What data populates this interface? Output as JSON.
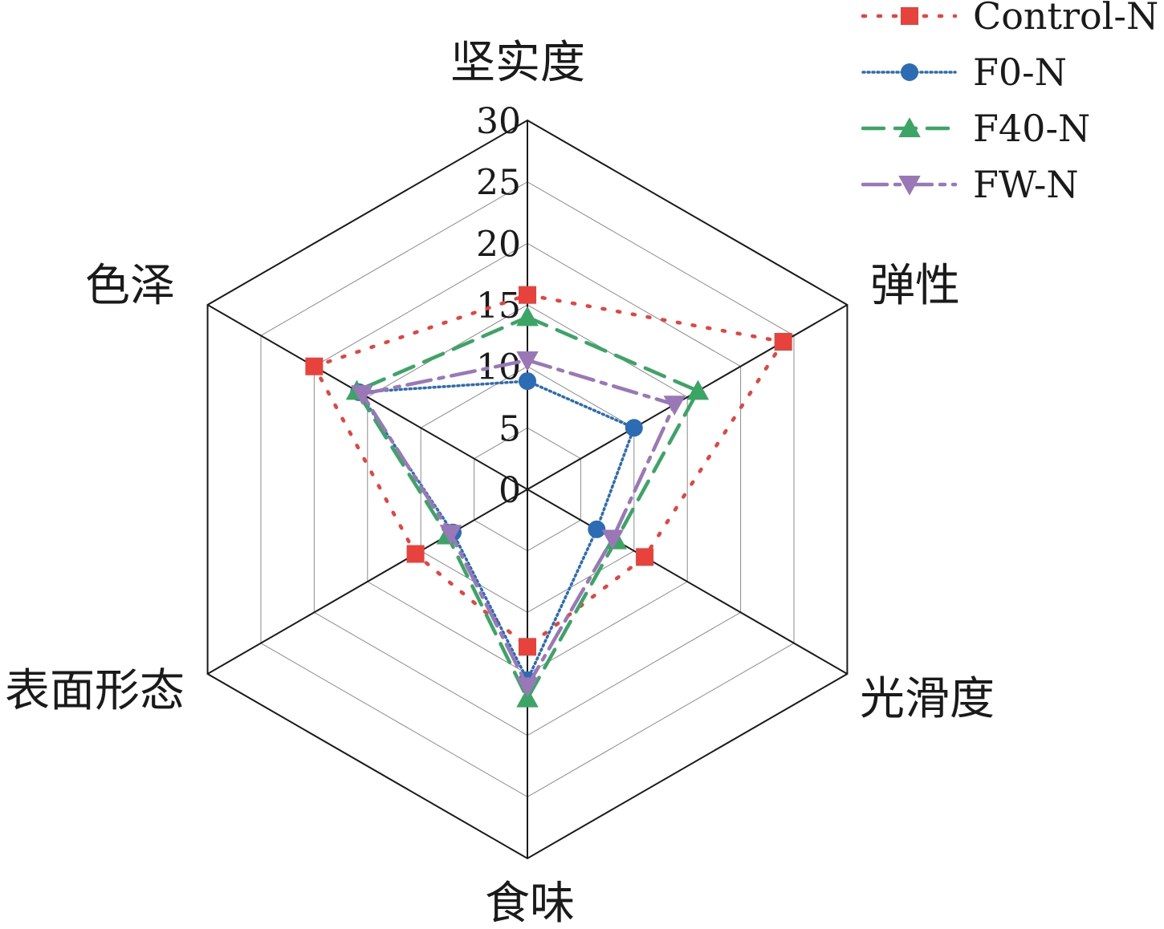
{
  "chart_data": {
    "type": "radar",
    "axes": [
      "坚实度",
      "弹性",
      "光滑度",
      "食味",
      "表面形态",
      "色泽"
    ],
    "rlim": [
      0,
      30
    ],
    "ticks": [
      "0",
      "5",
      "10",
      "15",
      "20",
      "25",
      "30"
    ],
    "tick_values": [
      0,
      5,
      10,
      15,
      20,
      25,
      30
    ],
    "grid": true,
    "legend": "top-right",
    "series": [
      {
        "name": "Control-N",
        "values": [
          15.8,
          24.0,
          11.0,
          12.8,
          10.5,
          20.0
        ],
        "color": "#e8423c",
        "marker": "square",
        "line": "dotted"
      },
      {
        "name": "F0-N",
        "values": [
          8.8,
          10.0,
          6.5,
          15.5,
          7.0,
          15.8
        ],
        "color": "#2b6cb5",
        "marker": "circle",
        "line": "fine-dotted"
      },
      {
        "name": "F40-N",
        "values": [
          14.0,
          16.0,
          8.3,
          17.0,
          7.5,
          16.0
        ],
        "color": "#3aa564",
        "marker": "triangle-up",
        "line": "dashed"
      },
      {
        "name": "FW-N",
        "values": [
          10.5,
          13.8,
          8.0,
          16.0,
          7.2,
          15.5
        ],
        "color": "#9a78b8",
        "marker": "triangle-down",
        "line": "dash-dot"
      }
    ]
  }
}
